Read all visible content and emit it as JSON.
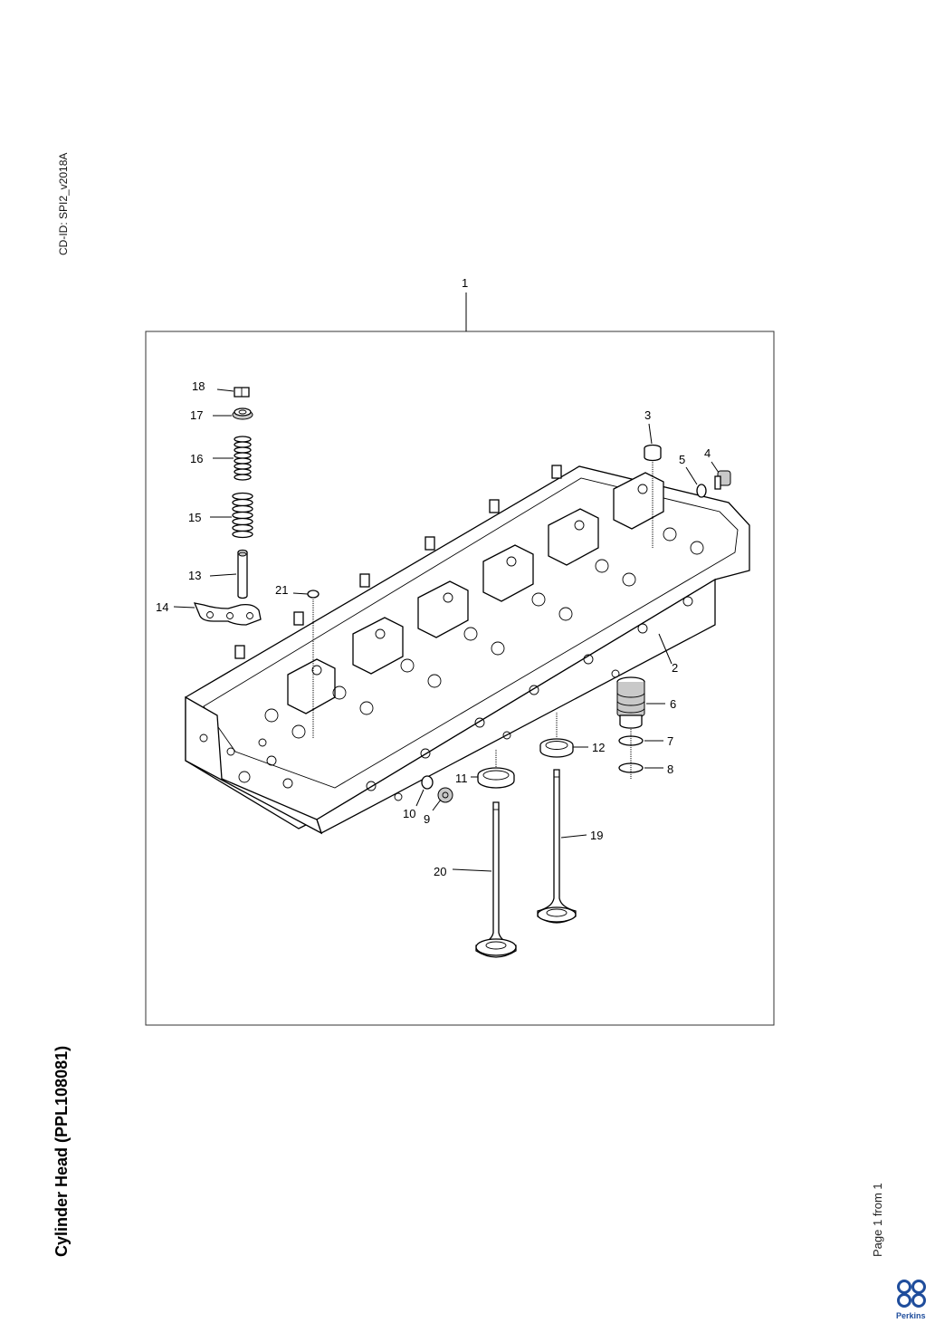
{
  "header": {
    "cd_id": "CD-ID: SPI2_v2018A"
  },
  "title": "Cylinder Head (PPL108081)",
  "footer": {
    "page_info": "Page 1 from 1"
  },
  "brand": {
    "name": "Perkins",
    "color": "#1f4d9c"
  },
  "callouts": [
    "1",
    "2",
    "3",
    "4",
    "5",
    "6",
    "7",
    "8",
    "9",
    "10",
    "11",
    "12",
    "13",
    "14",
    "15",
    "16",
    "17",
    "18",
    "19",
    "20",
    "21"
  ]
}
